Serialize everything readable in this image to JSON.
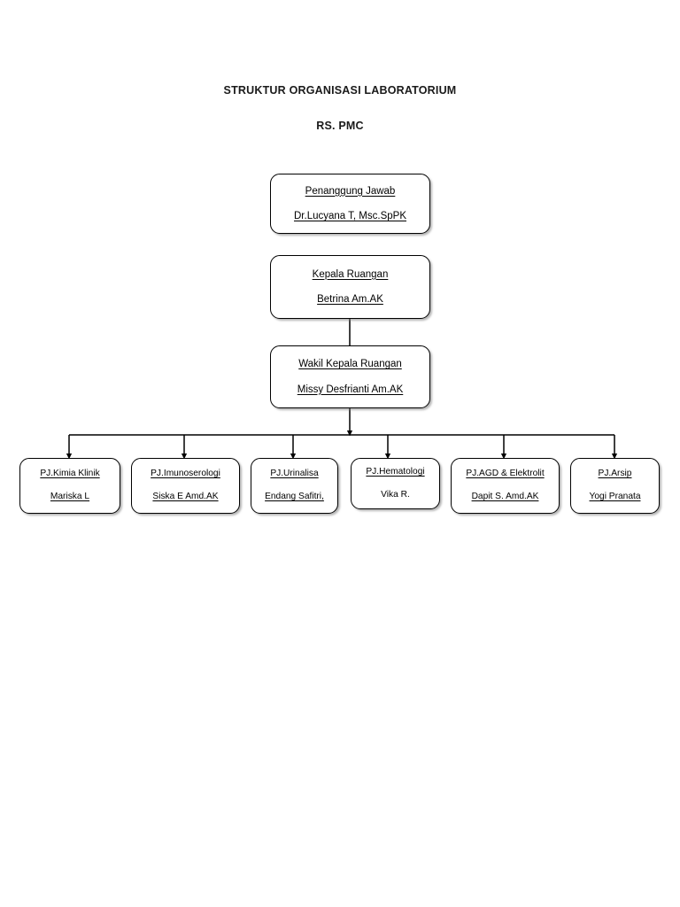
{
  "document": {
    "title_line_1": "STRUKTUR ORGANISASI LABORATORIUM",
    "title_line_2": "RS. PMC"
  },
  "colors": {
    "box_border": "#000000",
    "connector": "#000000",
    "background": "#ffffff",
    "text": "#000000"
  },
  "org_chart": {
    "type": "organization-chart",
    "orientation": "top-down",
    "levels": 4,
    "hierarchy": [
      {
        "level": 1,
        "role": "Penanggung Jawab",
        "person": "Dr.Lucyana T, Msc.SpPK",
        "role_underlined": true,
        "person_underlined": true
      },
      {
        "level": 2,
        "role": "Kepala Ruangan",
        "person": "Betrina Am.AK",
        "role_underlined": true,
        "person_underlined": true
      },
      {
        "level": 3,
        "role": "Wakil Kepala Ruangan",
        "person": "Missy Desfrianti Am.AK",
        "role_underlined": true,
        "person_underlined": true
      }
    ],
    "units": [
      {
        "role": "PJ.Kimia Klinik",
        "person": "Mariska L",
        "role_underlined": true,
        "person_underlined": true
      },
      {
        "role": "PJ.Imunoserologi",
        "person": "Siska E Amd.AK",
        "role_underlined": true,
        "person_underlined": true
      },
      {
        "role": "PJ.Urinalisa",
        "person": "Endang Safitri,",
        "role_underlined": true,
        "person_underlined": true
      },
      {
        "role": "PJ.Hematologi",
        "person": "Vika R.",
        "role_underlined": true,
        "person_underlined": false
      },
      {
        "role": "PJ.AGD & Elektrolit",
        "person": "Dapit S. Amd.AK",
        "role_underlined": true,
        "person_underlined": true
      },
      {
        "role": "PJ.Arsip",
        "person": "Yogi Pranata",
        "role_underlined": true,
        "person_underlined": true
      }
    ]
  }
}
